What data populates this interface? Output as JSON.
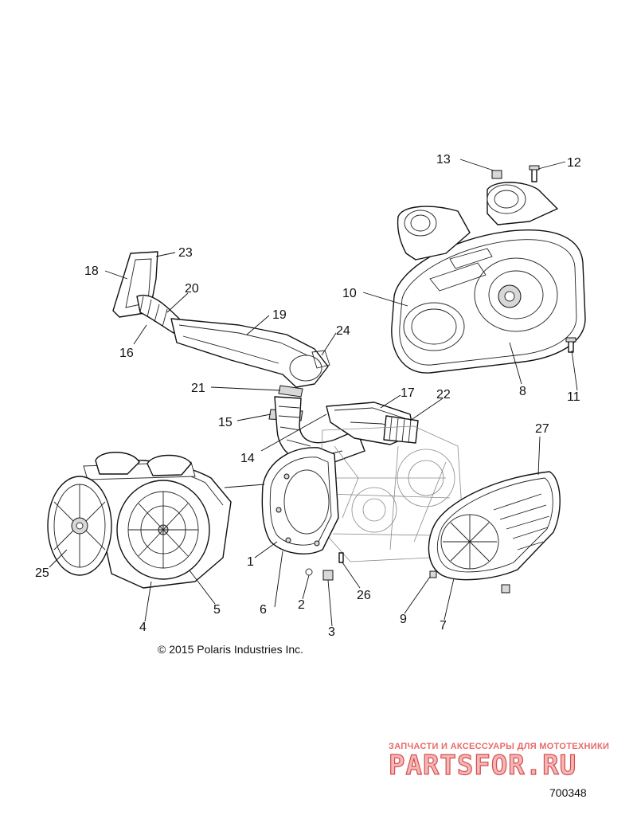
{
  "callouts": [
    {
      "id": "c1",
      "text": "1"
    },
    {
      "id": "c2",
      "text": "2"
    },
    {
      "id": "c3",
      "text": "3"
    },
    {
      "id": "c4",
      "text": "4"
    },
    {
      "id": "c5",
      "text": "5"
    },
    {
      "id": "c6",
      "text": "6"
    },
    {
      "id": "c7",
      "text": "7"
    },
    {
      "id": "c8",
      "text": "8"
    },
    {
      "id": "c9",
      "text": "9"
    },
    {
      "id": "c10",
      "text": "10"
    },
    {
      "id": "c11",
      "text": "11"
    },
    {
      "id": "c12",
      "text": "12"
    },
    {
      "id": "c13",
      "text": "13"
    },
    {
      "id": "c14",
      "text": "14"
    },
    {
      "id": "c15",
      "text": "15"
    },
    {
      "id": "c16",
      "text": "16"
    },
    {
      "id": "c17",
      "text": "17"
    },
    {
      "id": "c18",
      "text": "18"
    },
    {
      "id": "c19",
      "text": "19"
    },
    {
      "id": "c20",
      "text": "20"
    },
    {
      "id": "c21",
      "text": "21"
    },
    {
      "id": "c22",
      "text": "22"
    },
    {
      "id": "c23",
      "text": "23"
    },
    {
      "id": "c24",
      "text": "24"
    },
    {
      "id": "c25",
      "text": "25"
    },
    {
      "id": "c26",
      "text": "26"
    },
    {
      "id": "c27",
      "text": "27"
    }
  ],
  "copyright": "© 2015 Polaris Industries Inc.",
  "diagram_id": "700348",
  "watermark": {
    "tagline": "ЗАПЧАСТИ И АКСЕССУАРЫ ДЛЯ МОТОТЕХНИКИ",
    "logo": "PARTSFOR.RU",
    "color": "#d94b4b"
  },
  "colors": {
    "line": "#111111",
    "background": "#ffffff"
  }
}
